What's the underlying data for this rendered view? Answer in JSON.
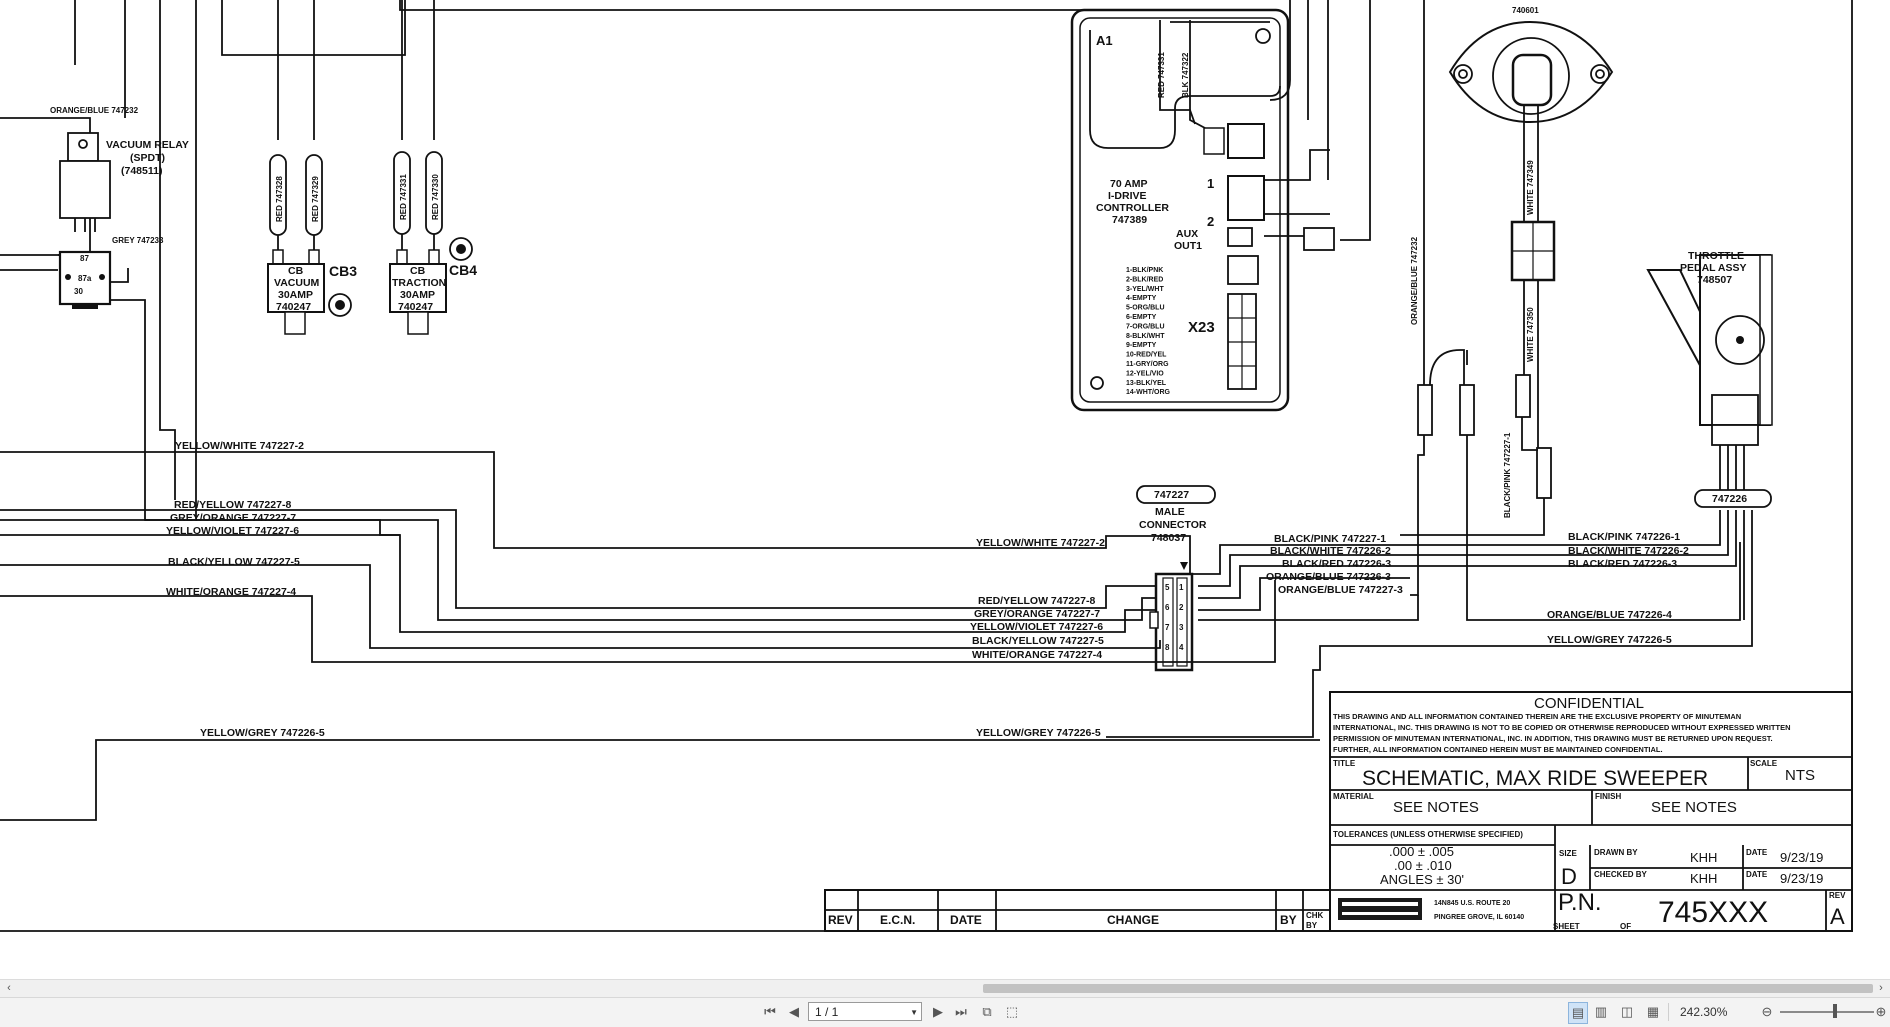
{
  "drawing": {
    "labels": {
      "relay_top_wire": "ORANGE/BLUE 747232",
      "vacuum_relay": "VACUUM RELAY",
      "vacuum_relay_type": "(SPDT)",
      "vacuum_relay_pn": "(748511)",
      "relay_grey_wire": "GREY 747233",
      "relay_pin_87": "87",
      "relay_pin_87a": "87a",
      "relay_pin_30": "30",
      "cb_red_1": "RED 747328",
      "cb_red_2": "RED 747329",
      "cb_red_3": "RED 747331",
      "cb_red_4": "RED 747330",
      "cb_vacuum_1": "CB",
      "cb_vacuum_2": "VACUUM",
      "cb_vacuum_3": "30AMP",
      "cb_vacuum_4": "740247",
      "cb3": "CB3",
      "cb_traction_1": "CB",
      "cb_traction_2": "TRACTION",
      "cb_traction_3": "30AMP",
      "cb_traction_4": "740247",
      "cb4": "CB4",
      "a1": "A1",
      "ctrl_red": "RED 747331",
      "ctrl_blk": "BLK 747322",
      "ctrl_1": "70 AMP",
      "ctrl_2": "I-DRIVE",
      "ctrl_3": "CONTROLLER",
      "ctrl_4": "747389",
      "aux_1": "AUX",
      "aux_2": "OUT1",
      "x23": "X23",
      "pin_list": [
        "1-BLK/PNK",
        "2-BLK/RED",
        "3-YEL/WHT",
        "4-EMPTY",
        "5-ORG/BLU",
        "6-EMPTY",
        "7-ORG/BLU",
        "8-BLK/WHT",
        "9-EMPTY",
        "10-RED/YEL",
        "11-GRY/ORG",
        "12-YEL/VIO",
        "13-BLK/YEL",
        "14-WHT/ORG"
      ],
      "ctrl_pin1": "1",
      "ctrl_pin2": "2",
      "sensor_pn": "740601",
      "white_747349": "WHITE 747349",
      "white_747350": "WHITE 747350",
      "orange_blue_747232": "ORANGE/BLUE 747232",
      "black_pink_747227_1_v": "BLACK/PINK 747227-1",
      "throttle_1": "THROTTLE",
      "throttle_2": "PEDAL ASSY",
      "throttle_3": "748507",
      "tag_747226": "747226",
      "tag_747227": "747227",
      "male_1": "MALE",
      "male_2": "CONNECTOR",
      "male_3": "748037",
      "w_yw_2_left": "YELLOW/WHITE 747227-2",
      "w_ry_8_left": "RED/YELLOW 747227-8",
      "w_go_7_left": "GREY/ORANGE 747227-7",
      "w_yv_6_left": "YELLOW/VIOLET 747227-6",
      "w_by_5_left": "BLACK/YELLOW 747227-5",
      "w_wo_4_left": "WHITE/ORANGE 747227-4",
      "w_yw_2_right": "YELLOW/WHITE 747227-2",
      "w_ry_8_right": "RED/YELLOW 747227-8",
      "w_go_7_right": "GREY/ORANGE 747227-7",
      "w_yv_6_right": "YELLOW/VIOLET 747227-6",
      "w_by_5_right": "BLACK/YELLOW 747227-5",
      "w_wo_4_right": "WHITE/ORANGE 747227-4",
      "w_bp_1": "BLACK/PINK 747227-1",
      "w_bw_2": "BLACK/WHITE 747226-2",
      "w_br_3": "BLACK/RED 747226-3",
      "w_ob_3a": "ORANGE/BLUE 747226-3",
      "w_ob_3b": "ORANGE/BLUE 747227-3",
      "w_bp_226_1": "BLACK/PINK 747226-1",
      "w_bw_226_2": "BLACK/WHITE 747226-2",
      "w_br_226_3": "BLACK/RED 747226-3",
      "w_ob_226_4": "ORANGE/BLUE 747226-4",
      "w_yg_226_5_r": "YELLOW/GREY 747226-5",
      "w_yg_226_5_l": "YELLOW/GREY 747226-5",
      "w_yg_226_5_m": "YELLOW/GREY 747226-5",
      "conn_pins": [
        "1",
        "2",
        "3",
        "4",
        "5",
        "6",
        "7",
        "8"
      ]
    },
    "title_block": {
      "confidential": "CONFIDENTIAL",
      "conf_text_1": "THIS DRAWING AND ALL INFORMATION CONTAINED THEREIN ARE THE EXCLUSIVE PROPERTY OF MINUTEMAN",
      "conf_text_2": "INTERNATIONAL, INC. THIS DRAWING IS NOT TO BE COPIED OR OTHERWISE REPRODUCED WITHOUT EXPRESSED WRITTEN",
      "conf_text_3": "PERMISSION OF MINUTEMAN INTERNATIONAL, INC. IN ADDITION, THIS DRAWING MUST BE RETURNED UPON REQUEST.",
      "conf_text_4": "FURTHER, ALL INFORMATION CONTAINED HEREIN MUST BE MAINTAINED CONFIDENTIAL.",
      "title_label": "TITLE",
      "title": "SCHEMATIC, MAX RIDE SWEEPER",
      "scale_label": "SCALE",
      "scale": "NTS",
      "material_label": "MATERIAL",
      "material": "SEE NOTES",
      "finish_label": "FINISH",
      "finish": "SEE NOTES",
      "tolerances": "TOLERANCES (UNLESS OTHERWISE SPECIFIED)",
      "tol_1": ".000 ± .005",
      "tol_2": ".00 ± .010",
      "tol_3": "ANGLES ± 30'",
      "size_label": "SIZE",
      "size": "D",
      "drawn_by_label": "DRAWN BY",
      "drawn_by": "KHH",
      "checked_by_label": "CHECKED BY",
      "checked_by": "KHH",
      "date_label": "DATE",
      "date1": "9/23/19",
      "date2": "9/23/19",
      "address_1": "14N845 U.S. ROUTE 20",
      "address_2": "PINGREE GROVE, IL 60140",
      "pn_label": "P.N.",
      "pn": "745XXX",
      "rev_label": "REV",
      "rev": "A",
      "sheet_label": "SHEET",
      "of_label": "OF",
      "rev_col": "REV",
      "ecn_col": "E.C.N.",
      "date_col": "DATE",
      "change_col": "CHANGE",
      "by_col": "BY",
      "chk_col_1": "CHK",
      "chk_col_2": "BY"
    }
  },
  "statusbar": {
    "page_value": "1 / 1",
    "zoom": "242.30%"
  }
}
